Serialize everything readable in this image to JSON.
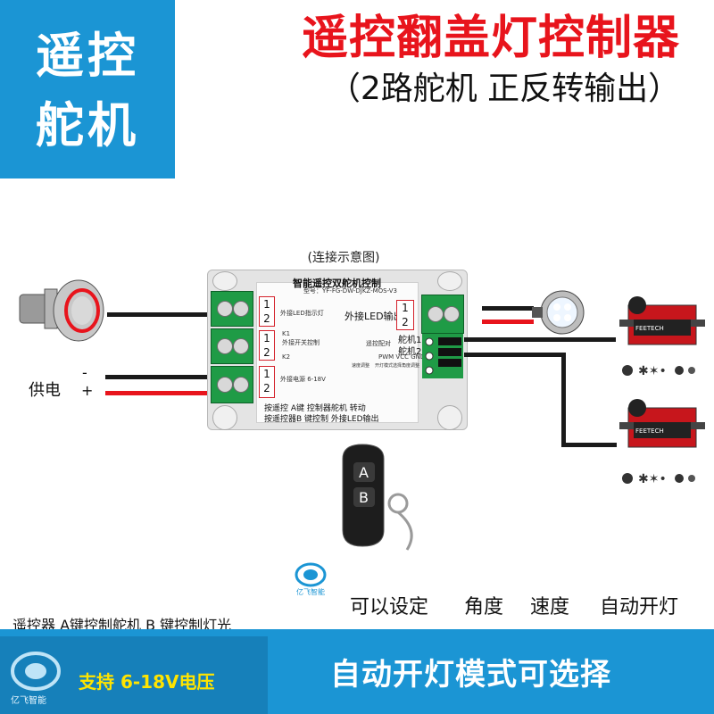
{
  "badge": {
    "line1": "遥控",
    "line2": "舵机"
  },
  "header": {
    "title": "遥控翻盖灯控制器",
    "subtitle": "（2路舵机 正反转输出）"
  },
  "diagram": {
    "caption": "(连接示意图)",
    "board_title": "智能遥控双舵机控制",
    "board_model": "型号：YF-FG-DW-DJKZ-MOS-V3",
    "term_labels": [
      "外接LED指示灯",
      "外接开关控制",
      "外接电源 6-18V"
    ],
    "term_markers": [
      "K1",
      "K2"
    ],
    "remote_pair": "遥控配对",
    "pin_row": "PWM VCC GND",
    "btn_labels": [
      "速度调整",
      "开灯模式选择",
      "角度调整"
    ],
    "note1": "按遥控 A键  控制器舵机 转动",
    "note2": "按遥控器B 键控制 外接LED输出",
    "led_out": "外接LED输出",
    "servo1": "舵机1",
    "servo2": "舵机2",
    "num_1": "1",
    "num_2": "2",
    "power_label": "供电",
    "minus": "-",
    "plus": "+",
    "remote_a": "A",
    "remote_b": "B",
    "logo_text": "亿飞智能",
    "servo_brand": "FEETECH"
  },
  "features": {
    "set": "可以设定",
    "angle": "角度",
    "speed": "速度",
    "auto": "自动开灯"
  },
  "remote_note": "遥控器 A键控制舵机 B 键控制灯光",
  "footer": {
    "voltage": "支持 6-18V电压",
    "mode": "自动开灯模式可选择"
  },
  "colors": {
    "brand_blue": "#1b95d4",
    "title_red": "#e8141c",
    "voltage_yellow": "#ffe400"
  }
}
